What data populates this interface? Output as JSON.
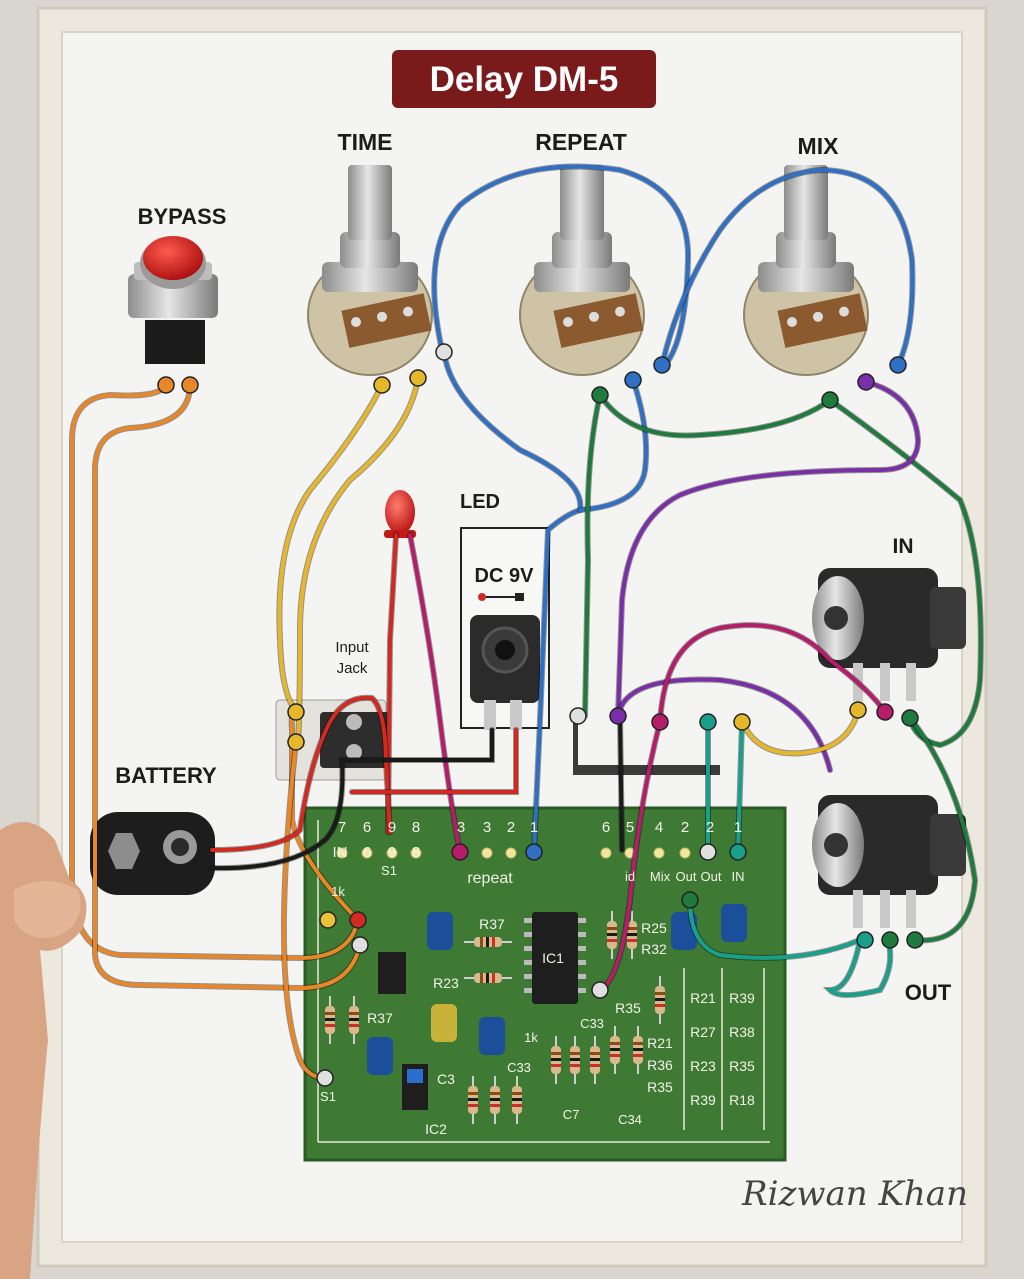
{
  "title": "Delay DM-5",
  "labels": {
    "bypass": "BYPASS",
    "time": "TIME",
    "repeat": "REPEAT",
    "mix": "MIX",
    "led": "LED",
    "dc9v": "DC 9V",
    "input_jack_line1": "Input",
    "input_jack_line2": "Jack",
    "battery": "BATTERY",
    "in": "IN",
    "out": "OUT"
  },
  "pcb": {
    "left_pads": [
      "7",
      "6",
      "9",
      "8"
    ],
    "left_pad_labels": [
      "IN",
      "6",
      "9",
      "8"
    ],
    "mid_pads": [
      "3",
      "3",
      "2",
      "1"
    ],
    "mid_label": "repeat",
    "right_pads": [
      "6",
      "5",
      "4",
      "2",
      "2",
      "1"
    ],
    "right_pad_labels": [
      "id",
      "Mix",
      "Out",
      "Out",
      "IN"
    ],
    "components": {
      "r_1k": "1k",
      "s1_top": "S1",
      "r37_a": "R37",
      "ic1": "IC1",
      "r25": "R25",
      "r32": "R32",
      "r23": "R23",
      "r37_b": "R37",
      "c3": "C3",
      "ic2": "IC2",
      "r_1k_b": "1k",
      "c33_a": "C33",
      "c33_b": "C33",
      "r35": "R35",
      "r21_a": "R21",
      "r36": "R36",
      "r35_b": "R35",
      "c7": "C7",
      "c34": "C34",
      "s1_bottom": "S1"
    },
    "grid": [
      [
        "R21",
        "R39"
      ],
      [
        "R27",
        "R38"
      ],
      [
        "R23",
        "R35"
      ],
      [
        "R39",
        "R18"
      ]
    ]
  },
  "signature": "Rizwan  Khan",
  "colors": {
    "title_bg": "#7a1a1a",
    "pcb_green": "#3f7a35",
    "wire_orange": "#e8862a",
    "wire_yellow": "#e7b72b",
    "wire_blue": "#2f6fc4",
    "wire_green": "#1f7a3e",
    "wire_purple": "#7a2fa8",
    "wire_magenta": "#b51d6a",
    "wire_teal": "#1aa08a",
    "wire_red": "#d22a22",
    "wire_black": "#1a1a1a"
  }
}
